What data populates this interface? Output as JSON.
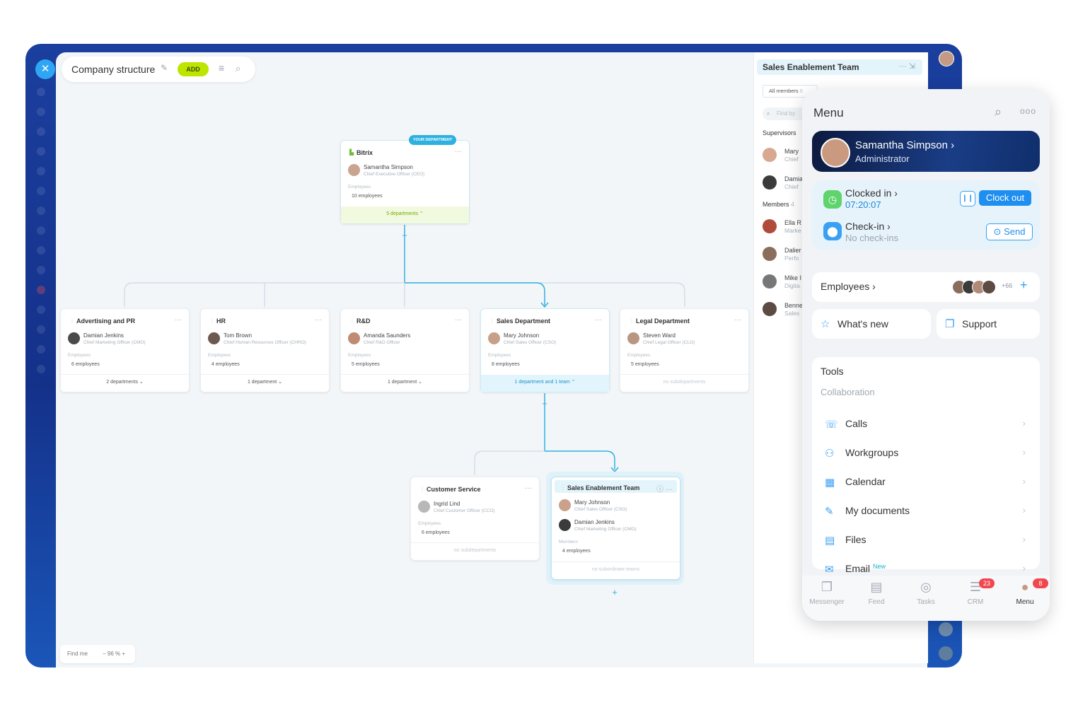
{
  "toolbar": {
    "title": "Company structure",
    "add_label": "ADD"
  },
  "org": {
    "root": {
      "badge": "YOUR DEPARTMENT",
      "name": "Bitrix",
      "head": "Samantha Simpson",
      "role": "Chief Executive Officer (CEO)",
      "employees_label": "Employees",
      "employees": "10 employees",
      "footer": "5 departments"
    },
    "departments": [
      {
        "name": "Advertising and PR",
        "head": "Damian Jenkins",
        "role": "Chief Marketing Officer (CMO)",
        "employees_label": "Employees",
        "employees": "6 employees",
        "footer": "2 departments"
      },
      {
        "name": "HR",
        "head": "Tom Brown",
        "role": "Chief Human Resources Officer (CHRO)",
        "employees_label": "Employees",
        "employees": "4 employees",
        "footer": "1 department"
      },
      {
        "name": "R&D",
        "head": "Amanda Saunders",
        "role": "Chief R&D Officer",
        "employees_label": "Employees",
        "employees": "5 employees",
        "footer": "1 department"
      },
      {
        "name": "Sales Department",
        "head": "Mary Johnson",
        "role": "Chief Sales Officer (CSO)",
        "employees_label": "Employees",
        "employees": "8 employees",
        "footer": "1 department and 1 team"
      },
      {
        "name": "Legal Department",
        "head": "Steven Ward",
        "role": "Chief Legal Officer (CLO)",
        "employees_label": "Employees",
        "employees": "5 employees",
        "footer": "no subdepartments"
      }
    ],
    "customer_service": {
      "name": "Customer Service",
      "head": "Ingrid Lind",
      "role": "Chief Customer Officer (CCO)",
      "employees_label": "Employees",
      "employees": "6 employees",
      "footer": "no subdepartments"
    },
    "team": {
      "name": "Sales Enablement Team",
      "p1": "Mary Johnson",
      "r1": "Chief Sales Officer (CSO)",
      "p2": "Damian Jenkins",
      "r2": "Chief Marketing Officer (CMO)",
      "members_label": "Members",
      "employees": "4 employees",
      "footer": "no subordinate teams"
    }
  },
  "findme": {
    "label": "Find me",
    "zoom": "− 96 % +"
  },
  "side_panel": {
    "title": "Sales Enablement Team",
    "tab": "All members",
    "tab_count": "6",
    "search_placeholder": "Find by",
    "supervisors_label": "Supervisors",
    "supervisors": [
      {
        "name": "Mary",
        "role": "Chief"
      },
      {
        "name": "Damia",
        "role": "Chief"
      }
    ],
    "members_label": "Members",
    "members_count": "4",
    "members": [
      {
        "name": "Ella R",
        "role": "Marke"
      },
      {
        "name": "Dalier",
        "role": "Perfo"
      },
      {
        "name": "Mike I",
        "role": "Digita"
      },
      {
        "name": "Benne",
        "role": "Sales"
      }
    ]
  },
  "mobile": {
    "title": "Menu",
    "user": {
      "name": "Samantha Simpson ›",
      "role": "Administrator"
    },
    "clocked_in": "Clocked in ›",
    "time": "07:20:07",
    "clock_out": "Clock out",
    "checkin": "Check-in ›",
    "no_checkins": "No check-ins",
    "send": "Send",
    "employees": "Employees ›",
    "employees_more": "+66",
    "whats_new": "What's new",
    "support": "Support",
    "tools": "Tools",
    "collaboration": "Collaboration",
    "items": [
      "Calls",
      "Workgroups",
      "Calendar",
      "My documents",
      "Files",
      "Email"
    ],
    "email_badge": "New",
    "nav": [
      {
        "label": "Messenger"
      },
      {
        "label": "Feed"
      },
      {
        "label": "Tasks"
      },
      {
        "label": "CRM",
        "badge": "23"
      },
      {
        "label": "Menu",
        "badge": "8"
      }
    ]
  }
}
